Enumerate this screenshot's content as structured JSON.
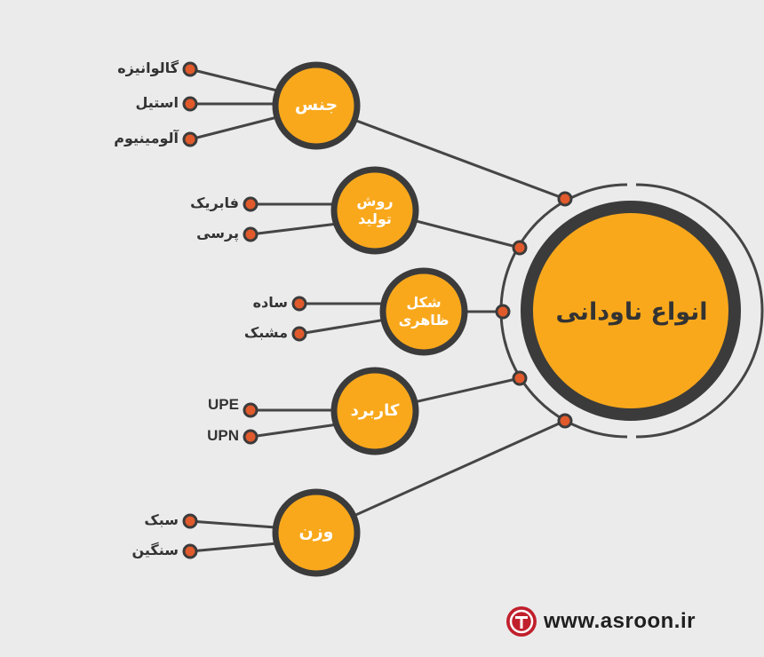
{
  "hub": {
    "title": "انواع ناودانی"
  },
  "branches": [
    {
      "id": "material",
      "label": "جنس",
      "leaves": [
        "گالوانیزه",
        "استیل",
        "آلومینیوم"
      ]
    },
    {
      "id": "production",
      "label": "روش تولید",
      "leaves": [
        "فابریک",
        "پرسی"
      ]
    },
    {
      "id": "shape",
      "label": "شکل ظاهری",
      "leaves": [
        "ساده",
        "مشبک"
      ]
    },
    {
      "id": "usage",
      "label": "کاربرد",
      "leaves": [
        "UPE",
        "UPN"
      ]
    },
    {
      "id": "weight",
      "label": "وزن",
      "leaves": [
        "سبک",
        "سنگین"
      ]
    }
  ],
  "brand": {
    "url": "www.asroon.ir"
  },
  "colors": {
    "node_fill": "#f9a81c",
    "node_ring": "#3b3b3b",
    "connector": "#454545",
    "dot": "#e05a2b",
    "brand": "#c0202c",
    "background": "#ebebeb"
  }
}
